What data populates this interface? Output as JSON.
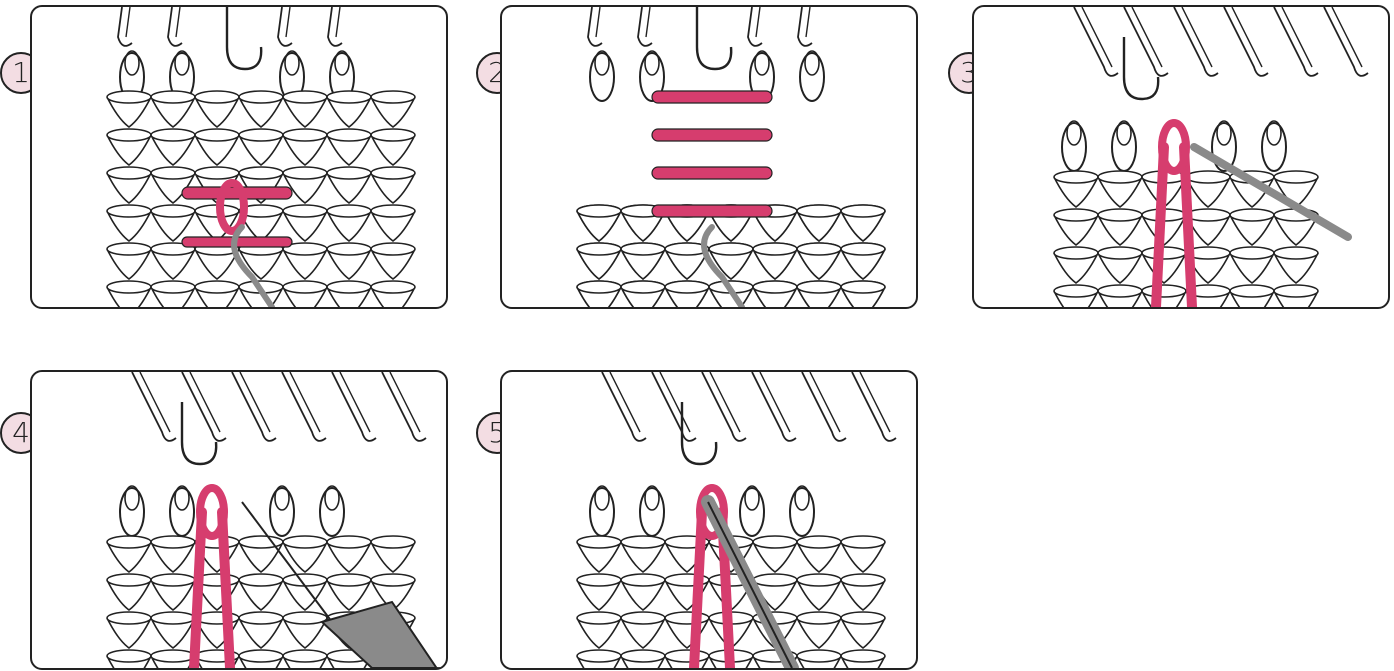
{
  "steps": [
    {
      "number": "1"
    },
    {
      "number": "2"
    },
    {
      "number": "3"
    },
    {
      "number": "4"
    },
    {
      "number": "5"
    }
  ],
  "colors": {
    "yarn_accent": "#d63d6e",
    "outline": "#222222",
    "tool_gray": "#8a8a8a",
    "badge_fill": "#f3dde3"
  },
  "icons": [
    "latch-hook-needle-icon",
    "tapestry-needle-icon",
    "knit-stitch-icon"
  ]
}
